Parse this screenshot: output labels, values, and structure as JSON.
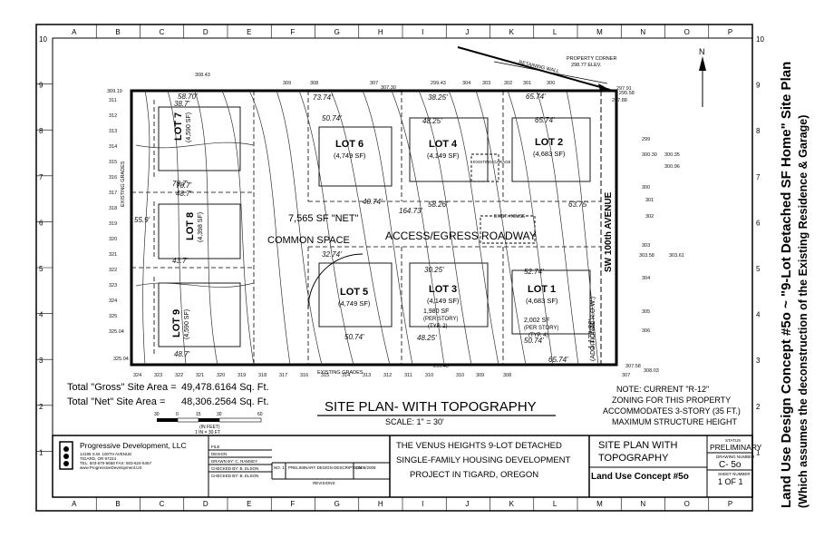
{
  "grid": {
    "columns": [
      "A",
      "B",
      "C",
      "D",
      "E",
      "F",
      "G",
      "H",
      "I",
      "J",
      "K",
      "L",
      "M",
      "N",
      "O",
      "P"
    ],
    "rows": [
      "10",
      "9",
      "8",
      "7",
      "6",
      "5",
      "4",
      "3",
      "2",
      "1"
    ]
  },
  "sheet_title": "Land Use Design Concept #5o ~ \"9-Lot Detached SF Home\" Site Plan",
  "sheet_subtitle": "(Which assumes the deconstruction of the Existing Residence & Garage)",
  "lots": [
    {
      "name": "LOT 1",
      "area": "(4,683 SF)"
    },
    {
      "name": "LOT 2",
      "area": "(4,683 SF)"
    },
    {
      "name": "LOT 3",
      "area": "(4,149 SF)"
    },
    {
      "name": "LOT 4",
      "area": "(4,149 SF)"
    },
    {
      "name": "LOT 5",
      "area": "(4,749 SF)"
    },
    {
      "name": "LOT 6",
      "area": "(4,749 SF)"
    },
    {
      "name": "LOT 7",
      "area": "(4,590 SF)"
    },
    {
      "name": "LOT 8",
      "area": "(4,398 SF)"
    },
    {
      "name": "LOT 9",
      "area": "(4,590 SF)"
    }
  ],
  "labels": {
    "common_space_1": "7,565 SF \"NET\"",
    "common_space_2": "COMMON SPACE",
    "roadway": "ACCESS/EGRESS ROADWAY",
    "avenue": "SW 100th AVENUE",
    "row": "(ADDITIONAL R.O.W.)",
    "retaining_wall": "RETAINING WALL",
    "property_corner_1": "PROPERTY CORNER",
    "property_corner_2": "298.77 ELEV.",
    "existing_grades": "EXISTING GRADES",
    "exist_house": "EXIST. HOUSE",
    "exist_garage": "EXISTING GARAGE",
    "north": "N",
    "lot3_note_1": "1,980 SF",
    "lot3_note_2": "(PER STORY)",
    "lot3_note_3": "(TYP. 2)",
    "lot1_note_1": "2,002 SF",
    "lot1_note_2": "(PER STORY)",
    "lot1_note_3": "(TYP. 4)"
  },
  "dimensions": [
    "58.70'",
    "73.74'",
    "38.25'",
    "65.74'",
    "38.7'",
    "50.74'",
    "48.25'",
    "65.74'",
    "78.7'",
    "48.7'",
    "40.74'",
    "58.26'",
    "164.73'",
    "63.75'",
    "55.9'",
    "43.7'",
    "32.74'",
    "30.25'",
    "52.74'",
    "50.74'",
    "48.25'",
    "50.74'",
    "65.74'",
    "48.7'",
    "1,172.38'",
    "78.7'"
  ],
  "elevations": [
    "309.19",
    "308.43",
    "309",
    "308",
    "307",
    "307.30",
    "299.43",
    "304",
    "303",
    "302",
    "301",
    "300",
    "295.58",
    "297.88",
    "297.91",
    "299",
    "300.30",
    "300.35",
    "300.96",
    "300",
    "301",
    "302",
    "303",
    "303.58",
    "303.61",
    "304",
    "305",
    "306",
    "307.58",
    "308.03",
    "307",
    "308",
    "309",
    "310",
    "311",
    "312",
    "313",
    "314",
    "315",
    "316",
    "317",
    "318",
    "319",
    "320",
    "321",
    "322",
    "323",
    "324",
    "325",
    "325.04",
    "299.43"
  ],
  "bottom_elevations": [
    "324",
    "323",
    "322",
    "321",
    "320",
    "319",
    "318",
    "317",
    "316",
    "315",
    "314",
    "313",
    "312",
    "311",
    "310"
  ],
  "areas": {
    "gross_label": "Total \"Gross\" Site Area =",
    "gross_value": "49,478.6164 Sq. Ft.",
    "net_label": "Total \"Net\" Site Area =",
    "net_value": "48,306.2564 Sq. Ft."
  },
  "plan_title": "SITE PLAN- WITH TOPOGRAPHY",
  "scale": "SCALE: 1\" = 30'",
  "scale_bar": {
    "ticks": [
      "30",
      "0",
      "15",
      "30",
      "60"
    ],
    "unit": "(IN FEET)",
    "equiv": "1 IN = 30 FT"
  },
  "note": {
    "line1": "NOTE:  CURRENT \"R-12\"",
    "line2": "ZONING FOR THIS PROPERTY",
    "line3": "ACCOMMODATES 3-STORY (35 FT.)",
    "line4": "MAXIMUM STRUCTURE HEIGHT"
  },
  "company": {
    "name": "Progressive Development, LLC",
    "addr1": "14185 S.W. 100TH AVENUE",
    "addr2": "TIGARD, OR 97224",
    "phone": "TEL: 503-670-6658   FAX: 503-624-6467",
    "email": "www.ProgressiveDevelopment.US"
  },
  "title_block": {
    "file": "FILE",
    "design": "DESIGN",
    "drawn": "DRAWN BY: C. RAMSEY",
    "checked1": "CHECKED BY: B. ELSON",
    "checked2": "CHECKED BY: B. ELSON",
    "rev_head": "REVISIONS",
    "rev_desc": "PRELIMINARY DESIGN DESCRIPTION",
    "rev_no": "NO. 1",
    "rev_date": "12/08/2008",
    "project1": "THE VENUS HEIGHTS 9-LOT DETACHED",
    "project2": "SINGLE-FAMILY HOUSING DEVELOPMENT",
    "project3": "PROJECT IN TIGARD, OREGON",
    "drawing1": "SITE PLAN WITH",
    "drawing2": "TOPOGRAPHY",
    "concept": "Land Use Concept #5o",
    "status_label": "STATUS",
    "status": "PRELIMINARY",
    "dwg_label": "DRAWING NUMBER",
    "dwg": "C- 5o",
    "sheet_label": "SHEET NUMBER",
    "sheet": "1 OF 1"
  }
}
